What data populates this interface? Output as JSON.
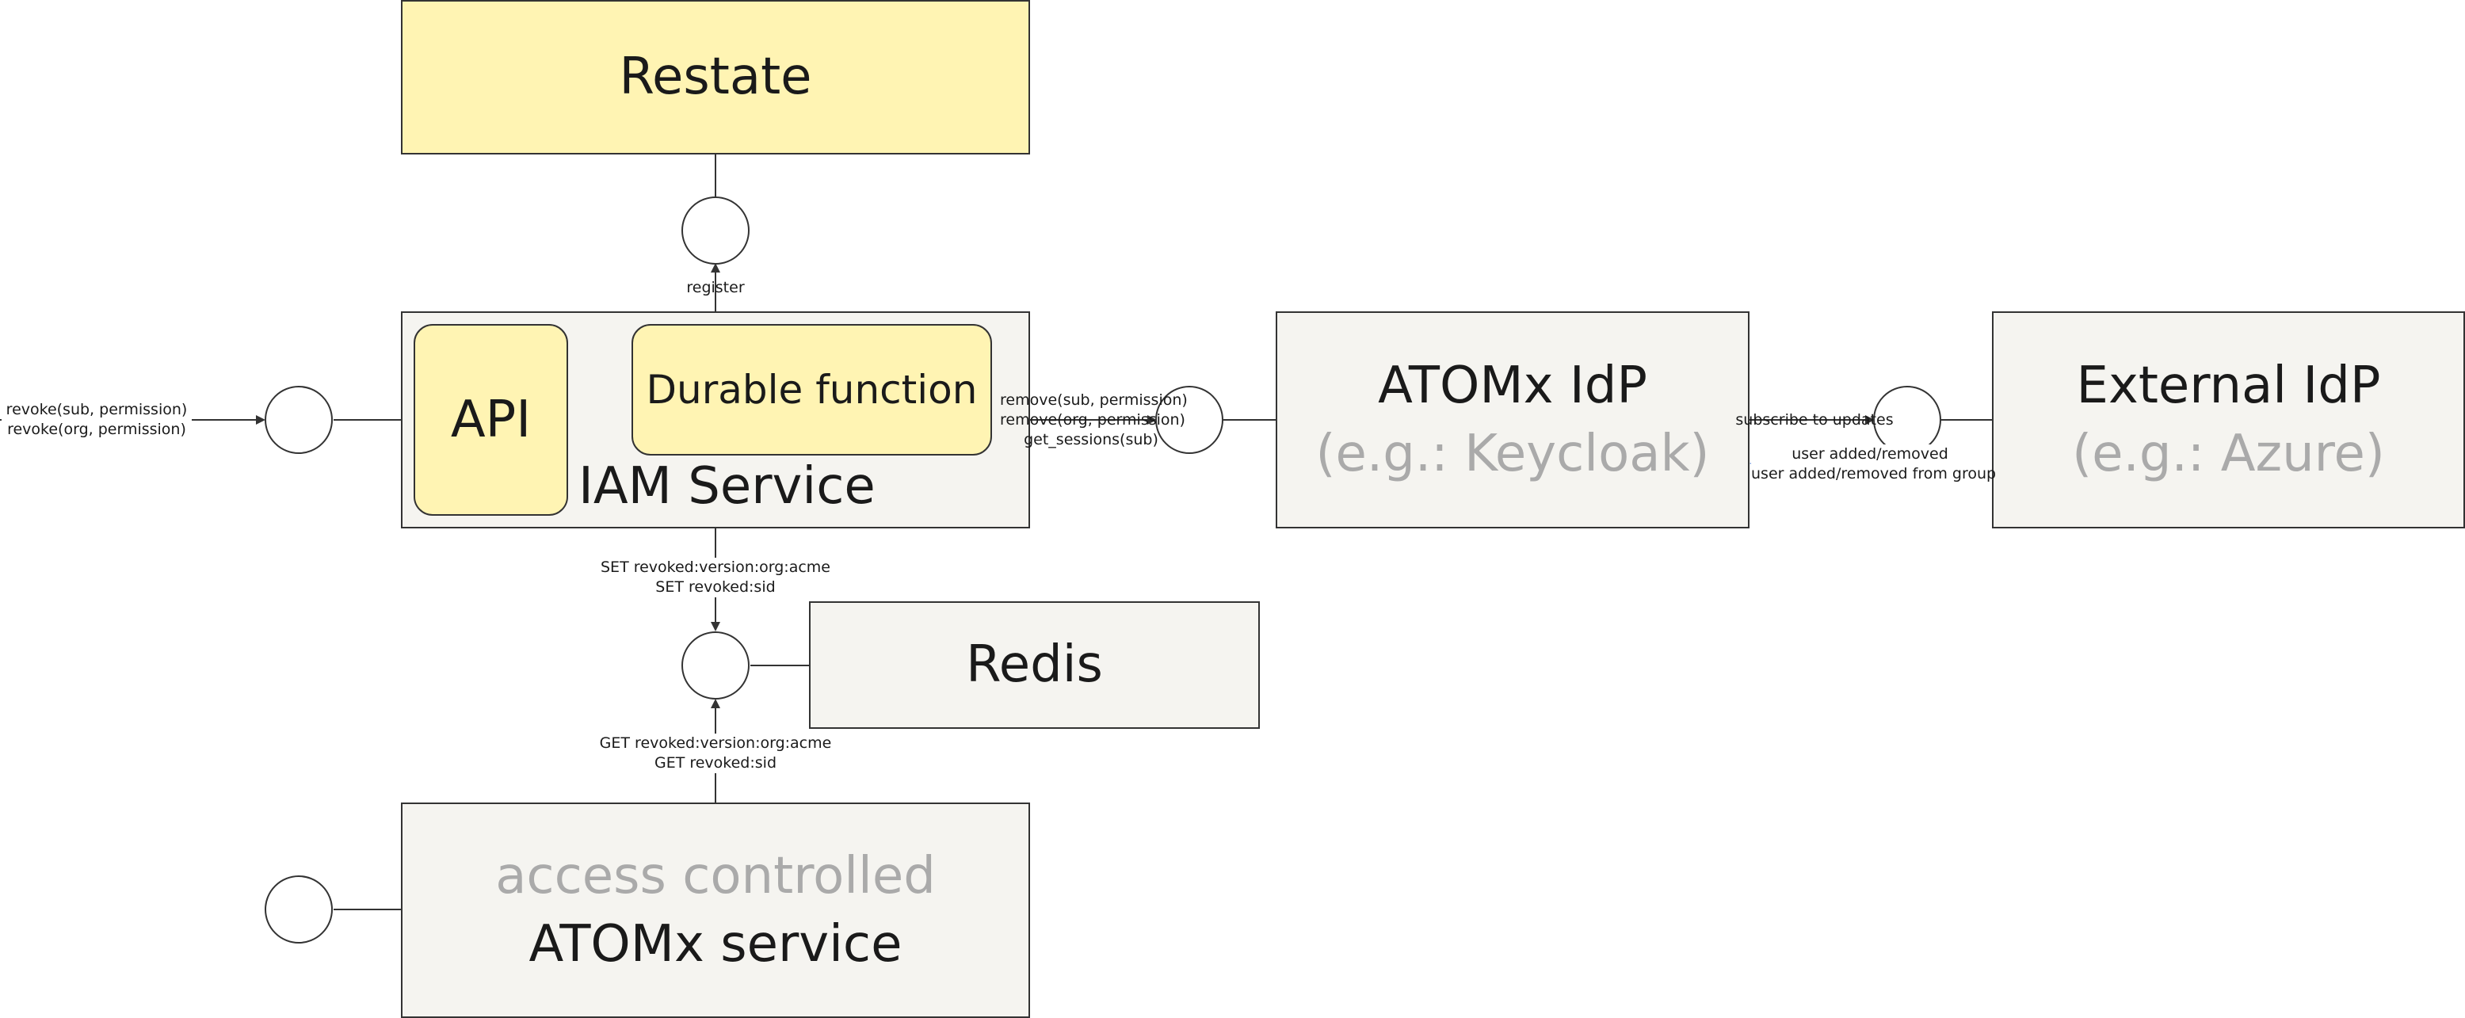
{
  "nodes": {
    "restate": {
      "title": "Restate"
    },
    "iam_service": {
      "title": "IAM Service",
      "api": "API",
      "durable_function": "Durable function"
    },
    "atomx_idp": {
      "title": "ATOMx IdP",
      "subtitle": "(e.g.: Keycloak)"
    },
    "external_idp": {
      "title": "External IdP",
      "subtitle": "(e.g.: Azure)"
    },
    "redis": {
      "title": "Redis"
    },
    "access_service": {
      "subtitle": "access controlled",
      "title": "ATOMx service"
    }
  },
  "edges": {
    "register": "register",
    "revoke": [
      "revoke(sub, permission)",
      "revoke(org, permission)"
    ],
    "idp_calls": [
      "remove(sub, permission)",
      "remove(org, permission)",
      "get_sessions(sub)"
    ],
    "subscribe": "subscribe to updates",
    "user_events": [
      "user added/removed",
      "user added/removed from group"
    ],
    "redis_set": [
      "SET revoked:version:org:acme",
      "SET revoked:sid"
    ],
    "redis_get": [
      "GET revoked:version:org:acme",
      "GET revoked:sid"
    ]
  },
  "colors": {
    "component_fill": "#fff4b3",
    "container_fill": "#f5f4f0",
    "stroke": "#333333",
    "muted_text": "#aaaaaa",
    "accent_arrow": "#6b8fd6"
  }
}
